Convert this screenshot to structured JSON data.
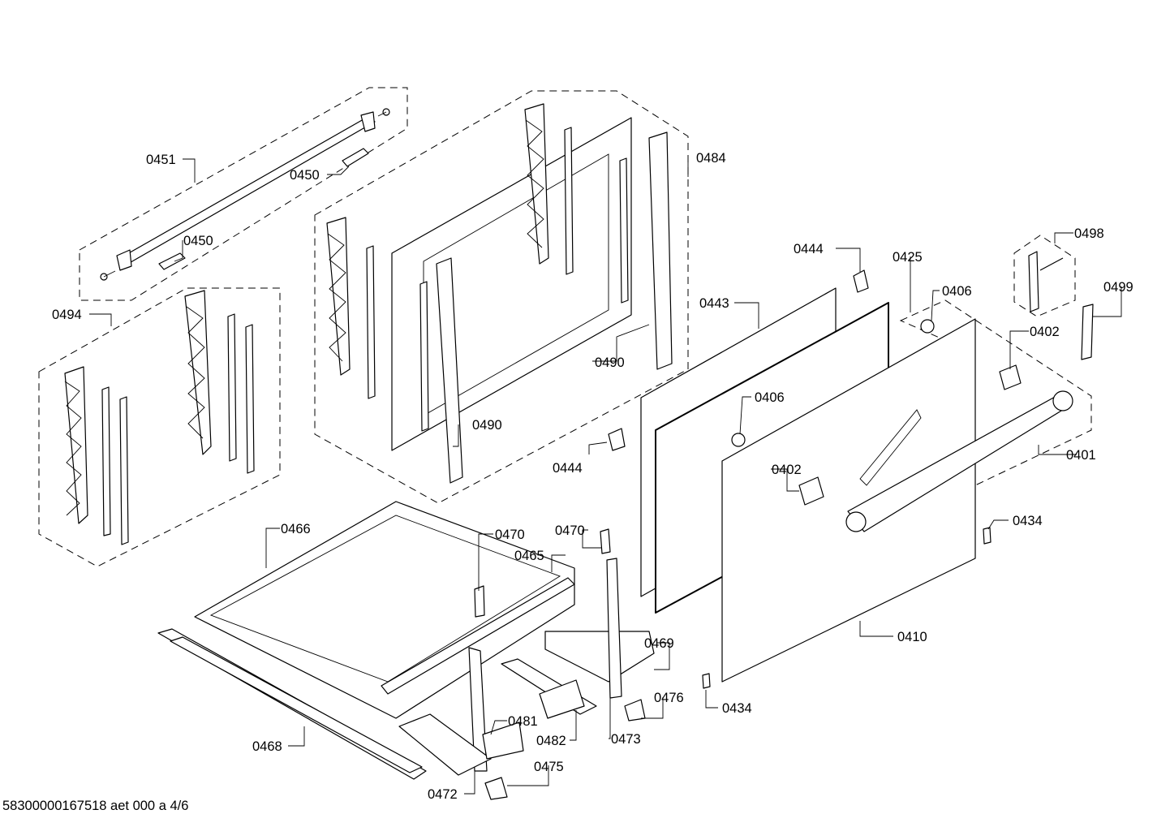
{
  "diagram": {
    "footer": "58300000167518 aet 000 a 4/6",
    "labels": [
      "0451",
      "0450",
      "0450",
      "0484",
      "0494",
      "0490",
      "0490",
      "0444",
      "0443",
      "0425",
      "0406",
      "0498",
      "0499",
      "0402",
      "0406",
      "0402",
      "0401",
      "0444",
      "0434",
      "0466",
      "0470",
      "0470",
      "0465",
      "0469",
      "0410",
      "0476",
      "0434",
      "0481",
      "0482",
      "0473",
      "0468",
      "0475",
      "0472"
    ]
  }
}
